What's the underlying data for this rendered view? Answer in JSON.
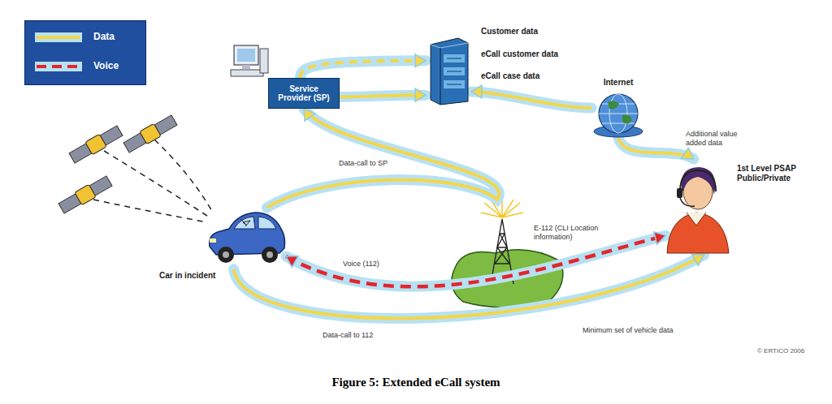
{
  "diagram": {
    "caption": "Figure 5: Extended eCall system",
    "nodes": [
      {
        "text": [
          "Service Provider (SP)"
        ]
      },
      {
        "text": [
          "Customer data",
          "eCall customer data",
          "eCall case data"
        ]
      },
      {
        "text": [
          "Internet"
        ]
      },
      {
        "text": [
          "Car in incident"
        ]
      },
      {
        "text": [
          "1st Level PSAP Public/Private"
        ]
      }
    ],
    "edges": [
      {
        "from": 0,
        "to": 1,
        "arrow": "to"
      },
      {
        "from": 0,
        "to": 1,
        "arrow": "to"
      },
      {
        "from": 2,
        "to": 1,
        "arrow": "to"
      },
      {
        "from": 2,
        "to": 4,
        "label": "Additional value added data",
        "arrow": "to"
      },
      {
        "from": 3,
        "to": 0,
        "label": "Data-call to SP",
        "arrow": "to"
      },
      {
        "from": 3,
        "to": 4,
        "label": "Voice (112)",
        "arrow": "both"
      },
      {
        "from": 3,
        "to": 4,
        "label": "Data-call to 112",
        "arrow": "to"
      }
    ],
    "labels": [
      "E-112 (CLI Location information)",
      "Minimum set of vehicle data",
      "© ERTICO 2006"
    ],
    "legend": [
      {
        "text": "Data"
      },
      {
        "text": "Voice"
      }
    ]
  }
}
